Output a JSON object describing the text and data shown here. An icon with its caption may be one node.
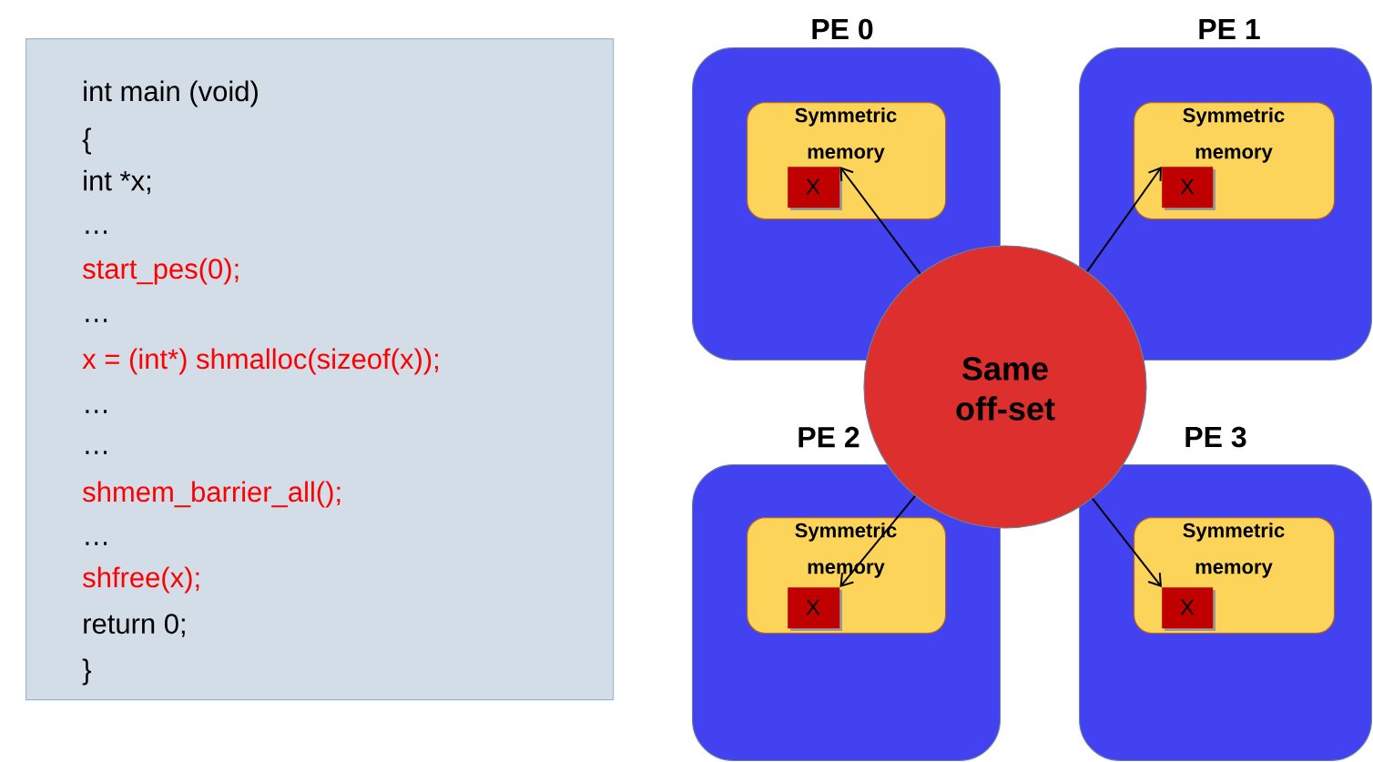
{
  "diagram": {
    "nodes": [
      {
        "text": [
          "int main (void)",
          "{",
          "int *x;",
          "…",
          "start_pes(0);",
          "…",
          "x = (int*) shmalloc(sizeof(x));",
          "…",
          "…",
          "shmem_barrier_all();",
          "…",
          "shfree(x);",
          "return  0;",
          "}"
        ]
      },
      {
        "text": [
          "PE 0"
        ]
      },
      {
        "text": [
          "Symmetric memory"
        ],
        "in": 1
      },
      {
        "text": [
          "X"
        ],
        "in": 2
      },
      {
        "text": [
          "PE 1"
        ]
      },
      {
        "text": [
          "Symmetric memory"
        ],
        "in": 4
      },
      {
        "text": [
          "X"
        ],
        "in": 5
      },
      {
        "text": [
          "PE 2"
        ]
      },
      {
        "text": [
          "Symmetric memory"
        ],
        "in": 7
      },
      {
        "text": [
          "X"
        ],
        "in": 8
      },
      {
        "text": [
          "PE 3"
        ]
      },
      {
        "text": [
          "Symmetric memory"
        ],
        "in": 10
      },
      {
        "text": [
          "X"
        ],
        "in": 11
      },
      {
        "text": [
          "Same off-set"
        ]
      }
    ],
    "edges": [
      {
        "from": 13,
        "to": 3,
        "arrow": "to"
      },
      {
        "from": 13,
        "to": 6,
        "arrow": "to"
      },
      {
        "from": 13,
        "to": 9,
        "arrow": "to"
      },
      {
        "from": 13,
        "to": 12,
        "arrow": "to"
      }
    ]
  }
}
